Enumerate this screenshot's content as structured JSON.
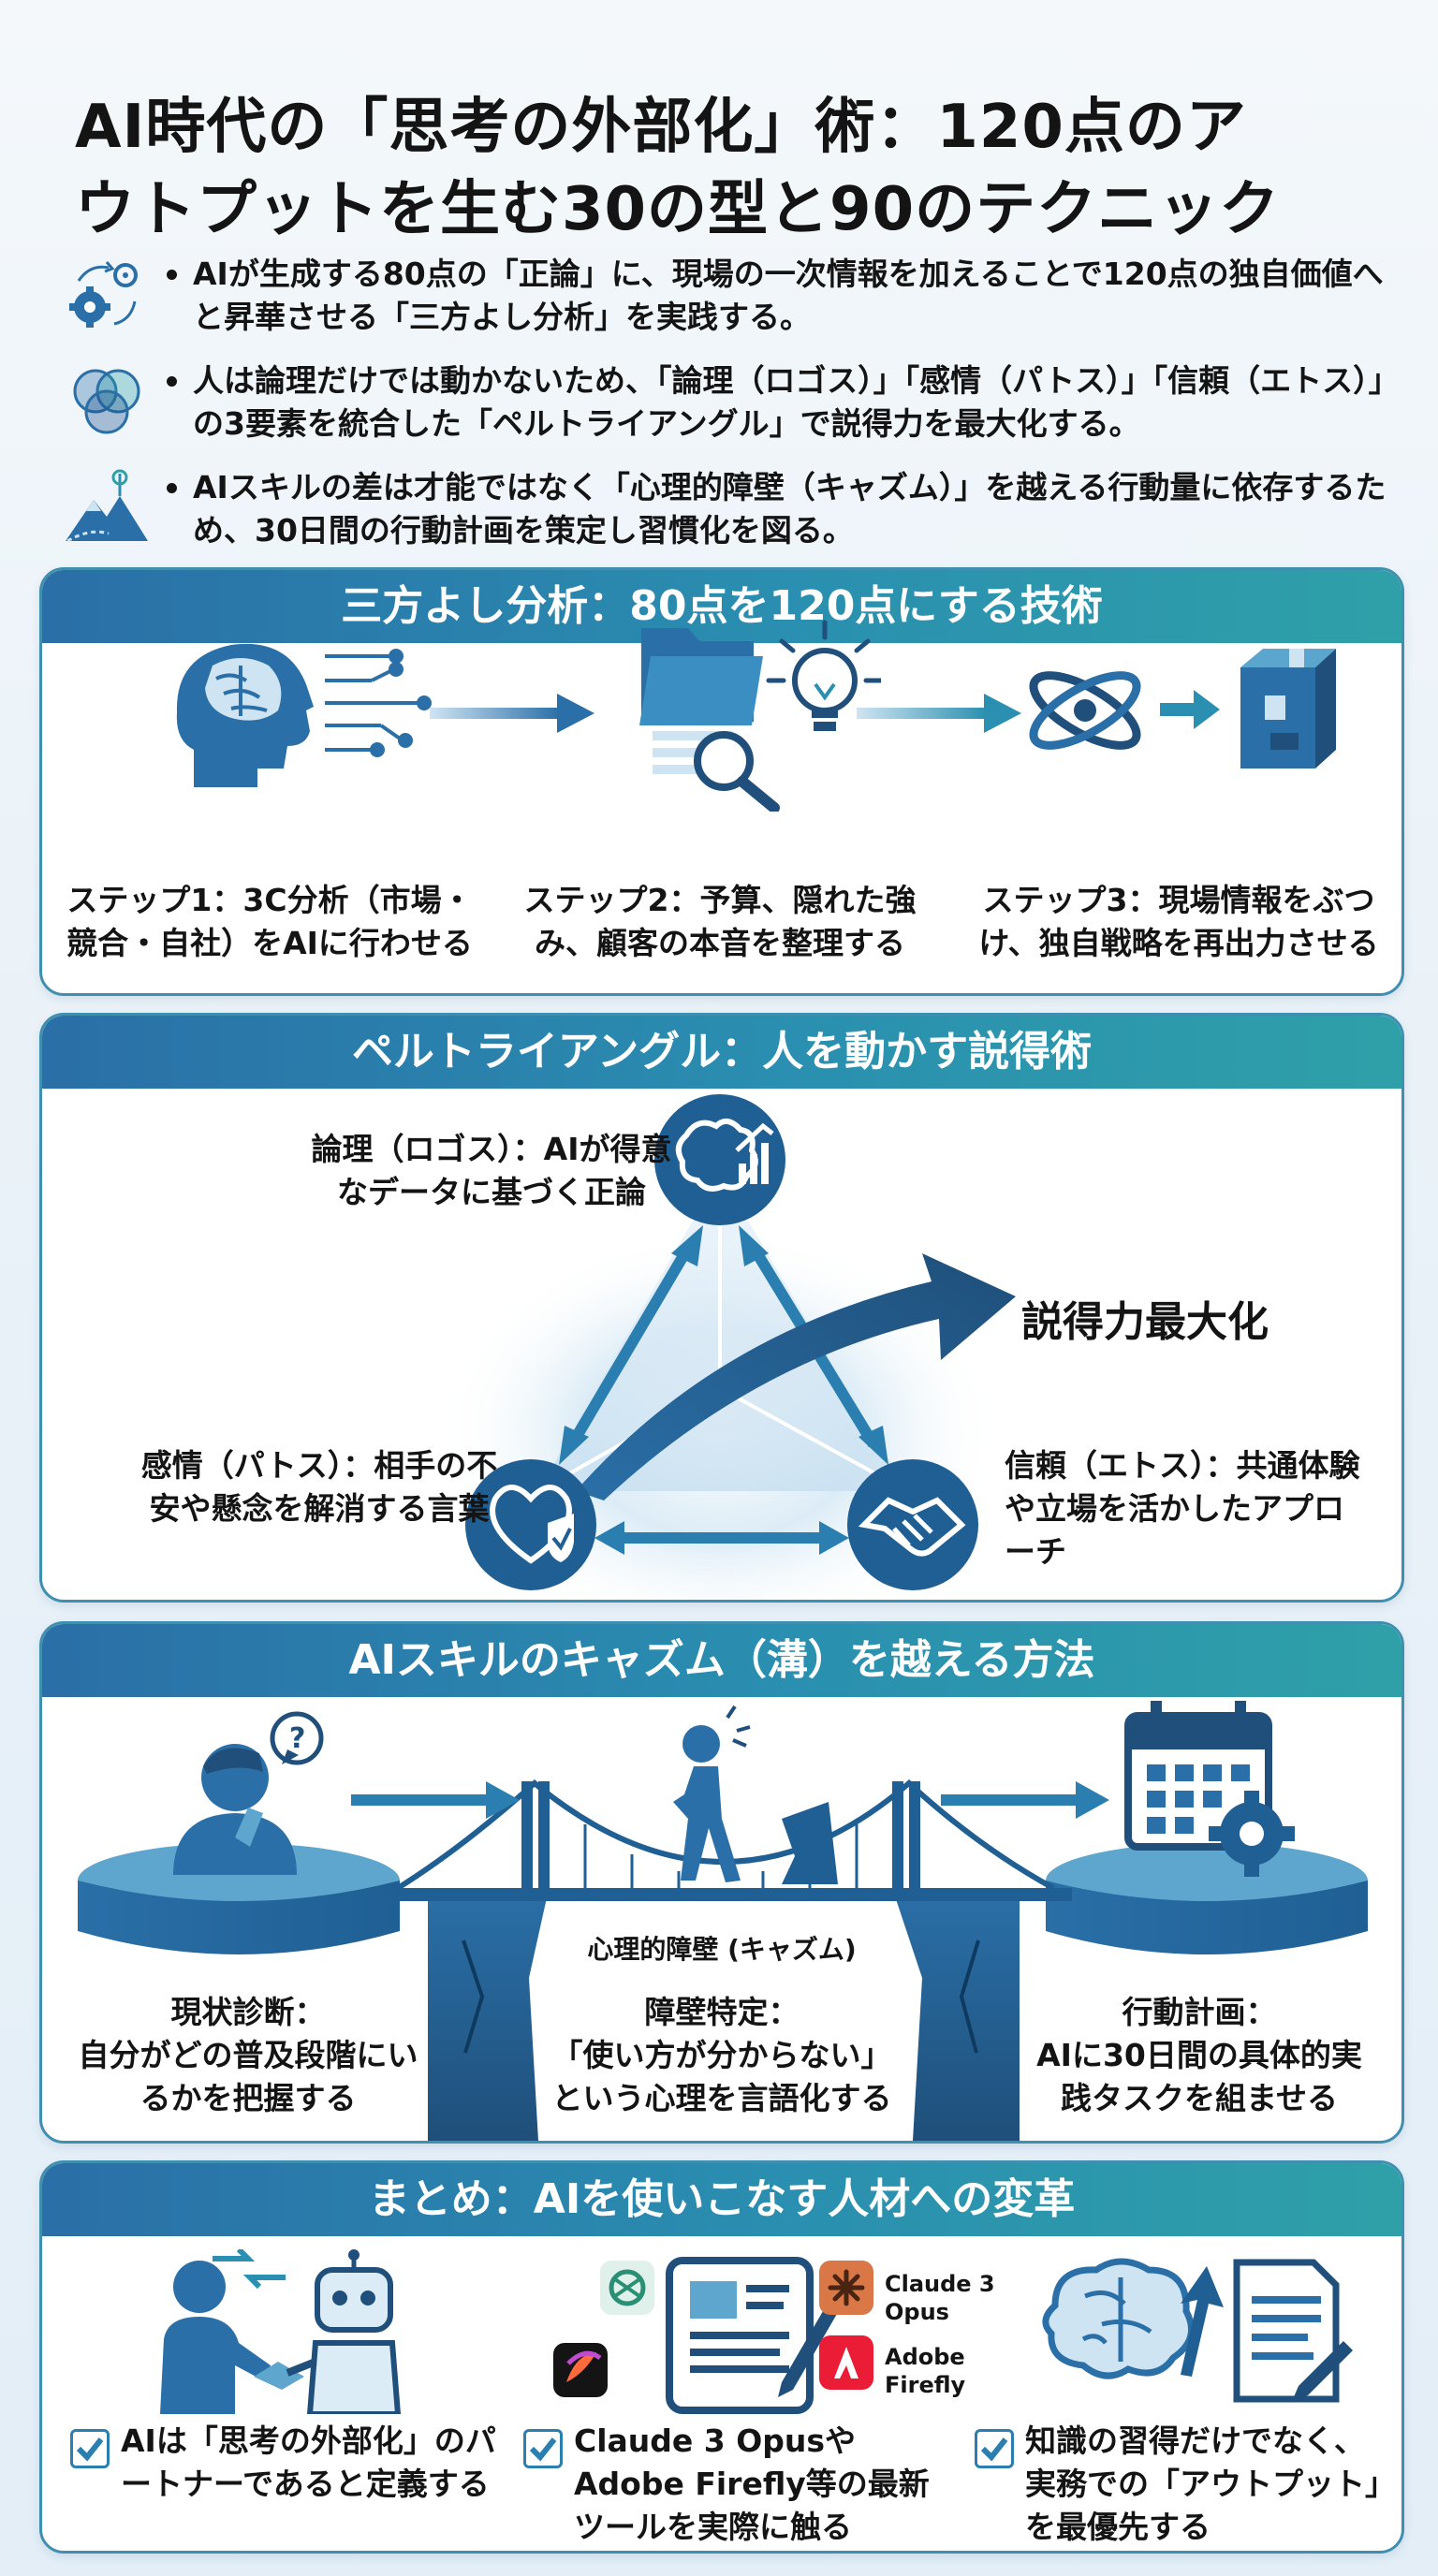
{
  "title": {
    "line1": "AI時代の「思考の外部化」術：120点のア",
    "line2": "ウトプットを生む30の型と90のテクニック"
  },
  "bullets": [
    {
      "icon": "gears-cycle-icon",
      "text": "AIが生成する80点の「正論」に、現場の一次情報を加えることで120点の独自価値へと昇華させる「三方よし分析」を実践する。"
    },
    {
      "icon": "venn-diagram-icon",
      "text": "人は論理だけでは動かないため、「論理（ロゴス）」「感情（パトス）」「信頼（エトス）」の3要素を統合した「ペルトライアングル」で説得力を最大化する。"
    },
    {
      "icon": "mountain-flag-icon",
      "text": "AIスキルの差は才能ではなく「心理的障壁（キャズム）」を越える行動量に依存するため、30日間の行動計画を策定し習慣化を図る。"
    }
  ],
  "section1": {
    "header": "三方よし分析：80点を120点にする技術",
    "steps": [
      {
        "icon": "ai-head-circuit-icon",
        "caption": "ステップ1：3C分析（市場・競合・自社）をAIに行わせる"
      },
      {
        "icon": "folder-search-lightbulb-icon",
        "caption": "ステップ2：予算、隠れた強み、顧客の本音を整理する"
      },
      {
        "icon": "atom-to-box-icon",
        "caption": "ステップ3：現場情報をぶつけ、独自戦略を再出力させる"
      }
    ]
  },
  "section2": {
    "header": "ペルトライアングル：人を動かす説得術",
    "logos": "論理（ロゴス）：AIが得意なデータに基づく正論",
    "pathos": "感情（パトス）：相手の不安や懸念を解消する言葉",
    "ethos": "信頼（エトス）：共通体験や立場を活かしたアプローチ",
    "result": "説得力最大化"
  },
  "section3": {
    "header": "AIスキルのキャズム（溝）を越える方法",
    "chasm_label": "心理的障壁 (キャズム)",
    "steps": [
      {
        "title": "現状診断：",
        "text": "自分がどの普及段階にいるかを把握する"
      },
      {
        "title": "障壁特定：",
        "text": "「使い方が分からない」という心理を言語化する"
      },
      {
        "title": "行動計画：",
        "text": "AIに30日間の具体的実践タスクを組ませる"
      }
    ]
  },
  "section4": {
    "header": "まとめ：AIを使いこなす人材への変革",
    "tools": [
      "Claude 3 Opus",
      "Adobe Firefly"
    ],
    "items": [
      "AIは「思考の外部化」のパートナーであると定義する",
      "Claude 3 OpusやAdobe Firefly等の最新ツールを実際に触る",
      "知識の習得だけでなく、実務での「アウトプット」を最優先する"
    ]
  },
  "colors": {
    "primary": "#2a6fa7",
    "accent": "#2a8fb0",
    "teal": "#2fa0a8",
    "dark": "#1f4f7a"
  }
}
